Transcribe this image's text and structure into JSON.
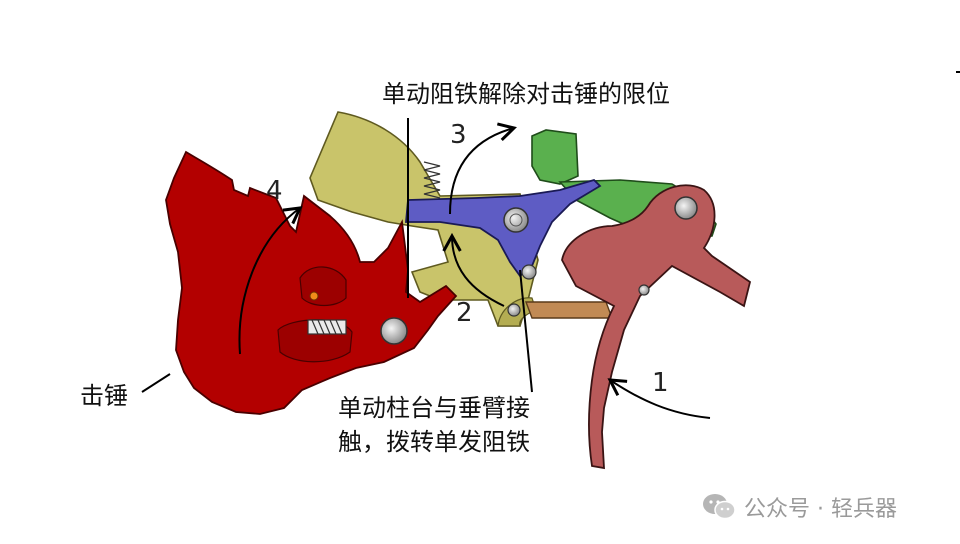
{
  "labels": {
    "top": "单动阻铁解除对击锤的限位",
    "hammer": "击锤",
    "bottom_line1": "单动柱台与垂臂接",
    "bottom_line2": "触，拨转单发阻铁"
  },
  "steps": [
    "1",
    "2",
    "3",
    "4"
  ],
  "watermark": {
    "icon": "wechat-icon",
    "text": "公众号 · 轻兵器"
  },
  "colors": {
    "hammer": "#b30000",
    "hammer_edge": "#4a0000",
    "olive": "#c9c46a",
    "blue": "#5e5cc4",
    "green": "#5ab04e",
    "trigger": "#b85a5a",
    "bar": "#c18a54",
    "line": "#000000"
  }
}
